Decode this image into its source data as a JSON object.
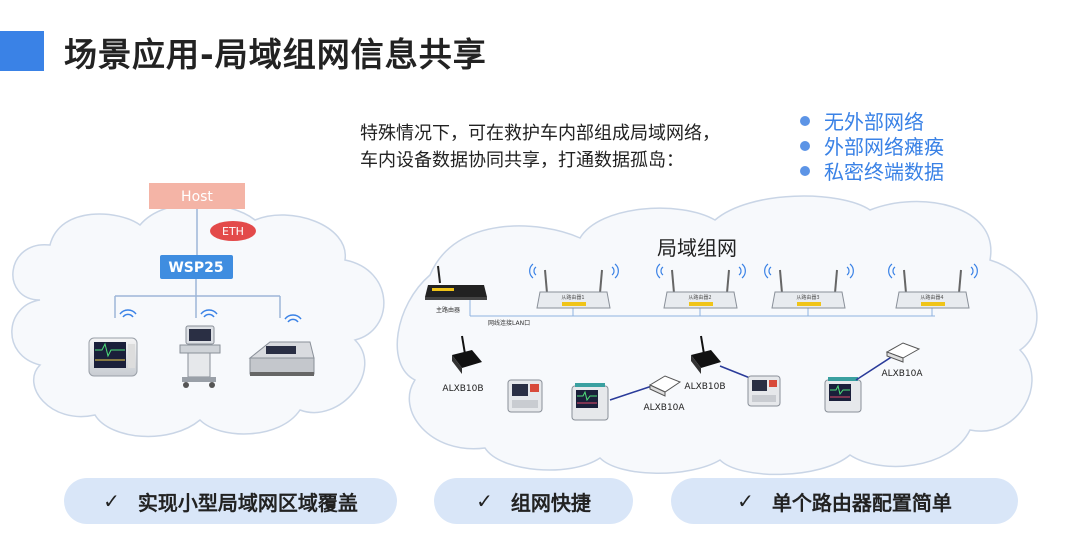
{
  "title": "场景应用-局域组网信息共享",
  "intro": {
    "line1": "特殊情况下，可在救护车内部组成局域网络，",
    "line2": "车内设备数据协同共享，打通数据孤岛："
  },
  "bullets": [
    "无外部网络",
    "外部网络瘫痪",
    "私密终端数据"
  ],
  "left_diagram": {
    "host_label": "Host",
    "eth_label": "ETH",
    "switch_label": "WSP25"
  },
  "right_diagram": {
    "cloud_title": "局域组网",
    "main_router_label": "主路由器",
    "cable_note": "网线连接LAN口",
    "routers": [
      "从路由器1",
      "从路由器2",
      "从路由器3",
      "从路由器4"
    ],
    "device_labels": [
      "ALXB10B",
      "ALXB10A",
      "ALXB10B",
      "ALXB10A"
    ]
  },
  "features": [
    {
      "check": "✓",
      "label": "实现小型局域网区域覆盖"
    },
    {
      "check": "✓",
      "label": "组网快捷"
    },
    {
      "check": "✓",
      "label": "单个路由器配置简单"
    }
  ],
  "colors": {
    "accent": "#3a82e6",
    "host": "#f4b4a6",
    "eth": "#e34a4a",
    "switch": "#3f8de0",
    "cloud_stroke": "#c9d5e6",
    "pill": "#d9e6f8"
  }
}
